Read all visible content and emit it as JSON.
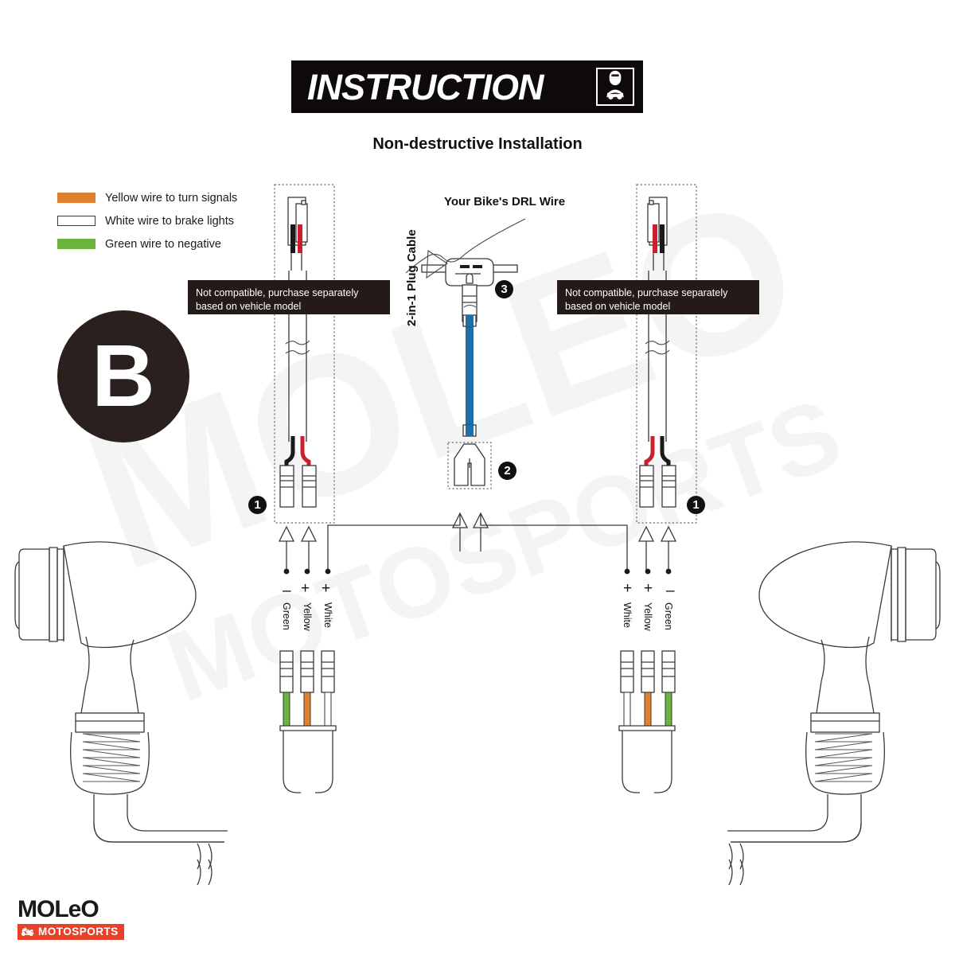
{
  "header": {
    "title": "INSTRUCTION",
    "icon": "mechanic-icon",
    "subtitle": "Non-destructive Installation"
  },
  "legend": {
    "items": [
      {
        "label": "Yellow wire to turn signals",
        "color": "#e07f2c",
        "swatch": "orange-swatch"
      },
      {
        "label": "White wire to brake lights",
        "color": "#ffffff",
        "swatch": "white-swatch"
      },
      {
        "label": "Green wire to negative",
        "color": "#6cb33f",
        "swatch": "green-swatch"
      }
    ]
  },
  "badge": {
    "letter": "B"
  },
  "notes": {
    "left": "Not compatible, purchase separately based on vehicle model",
    "right": "Not compatible, purchase separately based on vehicle model"
  },
  "callouts": {
    "drl_wire": "Your Bike's DRL Wire",
    "plug_cable": "2-in-1 Plug Cable"
  },
  "step_badges": {
    "left_one": "1",
    "right_one": "1",
    "two": "2",
    "three": "3"
  },
  "wires": {
    "left": [
      {
        "name": "Green",
        "polarity": "–",
        "color": "#6cb33f"
      },
      {
        "name": "Yellow",
        "polarity": "+",
        "color": "#e07f2c"
      },
      {
        "name": "White",
        "polarity": "+",
        "color": "#ffffff"
      }
    ],
    "right": [
      {
        "name": "White",
        "polarity": "+",
        "color": "#ffffff"
      },
      {
        "name": "Yellow",
        "polarity": "+",
        "color": "#e07f2c"
      },
      {
        "name": "Green",
        "polarity": "–",
        "color": "#6cb33f"
      }
    ]
  },
  "colors": {
    "accent_orange": "#e07f2c",
    "accent_green": "#6cb33f",
    "cable_blue": "#1d6fa5",
    "wire_red": "#cc1f2e",
    "wire_black": "#1a1a1a",
    "ink": "#3a3a3a",
    "note_bg": "#241a18",
    "badge_bg": "#2a201d",
    "logo_red": "#e8412a"
  },
  "footer": {
    "brand": "MOLeO",
    "brand_sub": "MOTOSPORTS"
  },
  "watermark": {
    "line1": "MOLEO",
    "line2": "MOTOSPORTS"
  }
}
